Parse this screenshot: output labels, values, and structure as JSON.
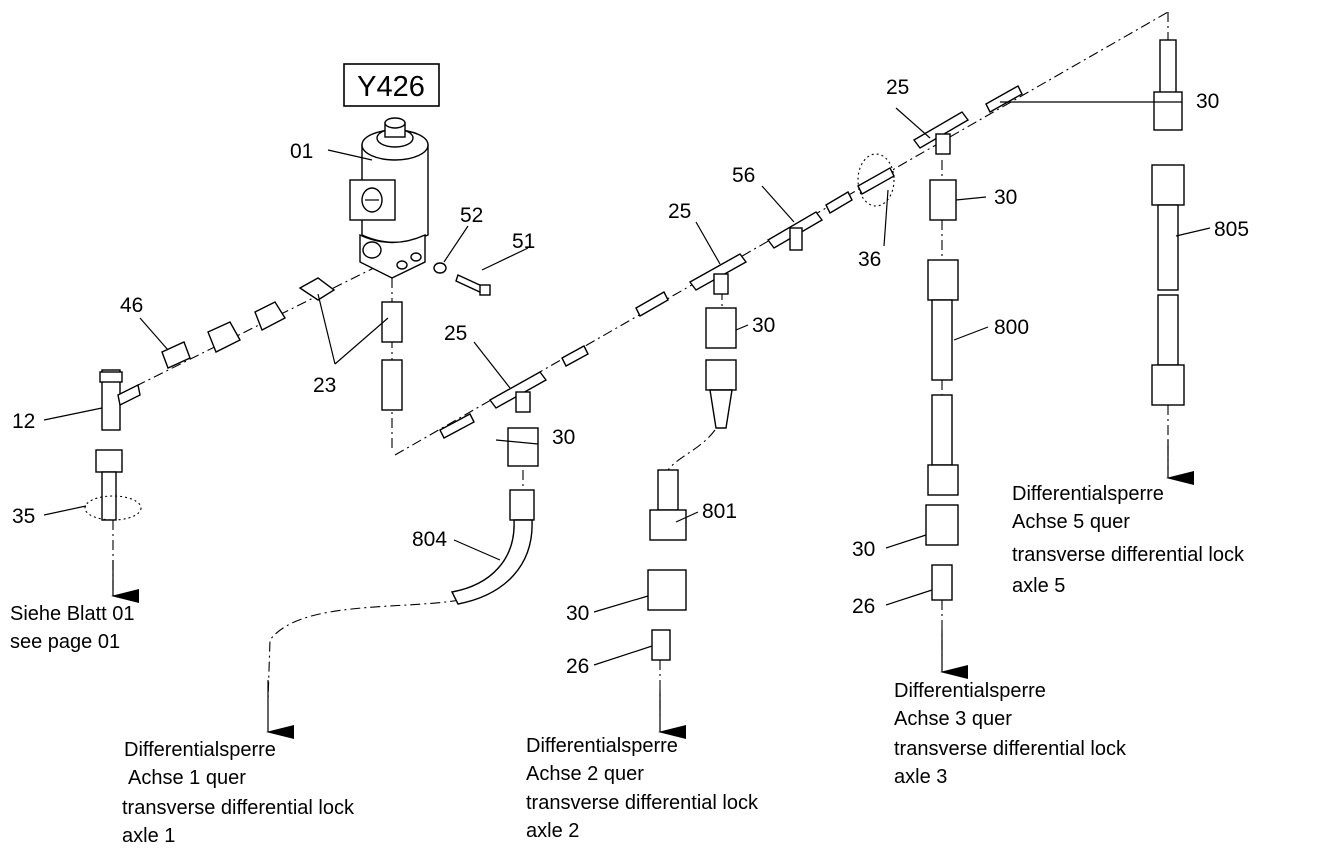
{
  "component_tag": "Y426",
  "part_numbers": {
    "p01": "01",
    "p52": "52",
    "p51": "51",
    "p46": "46",
    "p23": "23",
    "p12": "12",
    "p35": "35",
    "p25a": "25",
    "p25b": "25",
    "p25c": "25",
    "p56": "56",
    "p36": "36",
    "p30a": "30",
    "p30b": "30",
    "p30c": "30",
    "p30d": "30",
    "p30e": "30",
    "p30f": "30",
    "p805": "805",
    "p800": "800",
    "p804": "804",
    "p801": "801",
    "p26a": "26",
    "p26b": "26"
  },
  "captions": {
    "page_ref": {
      "line1": "Siehe Blatt 01",
      "line2": "see page 01"
    },
    "axle1": {
      "line1": "Differentialsperre",
      "line2": "Achse 1 quer",
      "line3": "transverse differential lock",
      "line4": "axle 1"
    },
    "axle2": {
      "line1": "Differentialsperre",
      "line2": "Achse 2 quer",
      "line3": "transverse differential lock",
      "line4": "axle 2"
    },
    "axle3": {
      "line1": "Differentialsperre",
      "line2": "Achse 3 quer",
      "line3": "transverse differential lock",
      "line4": "axle 3"
    },
    "axle5": {
      "line1": "Differentialsperre",
      "line2": "Achse 5 quer",
      "line3": "transverse differential lock",
      "line4": "axle 5"
    }
  }
}
